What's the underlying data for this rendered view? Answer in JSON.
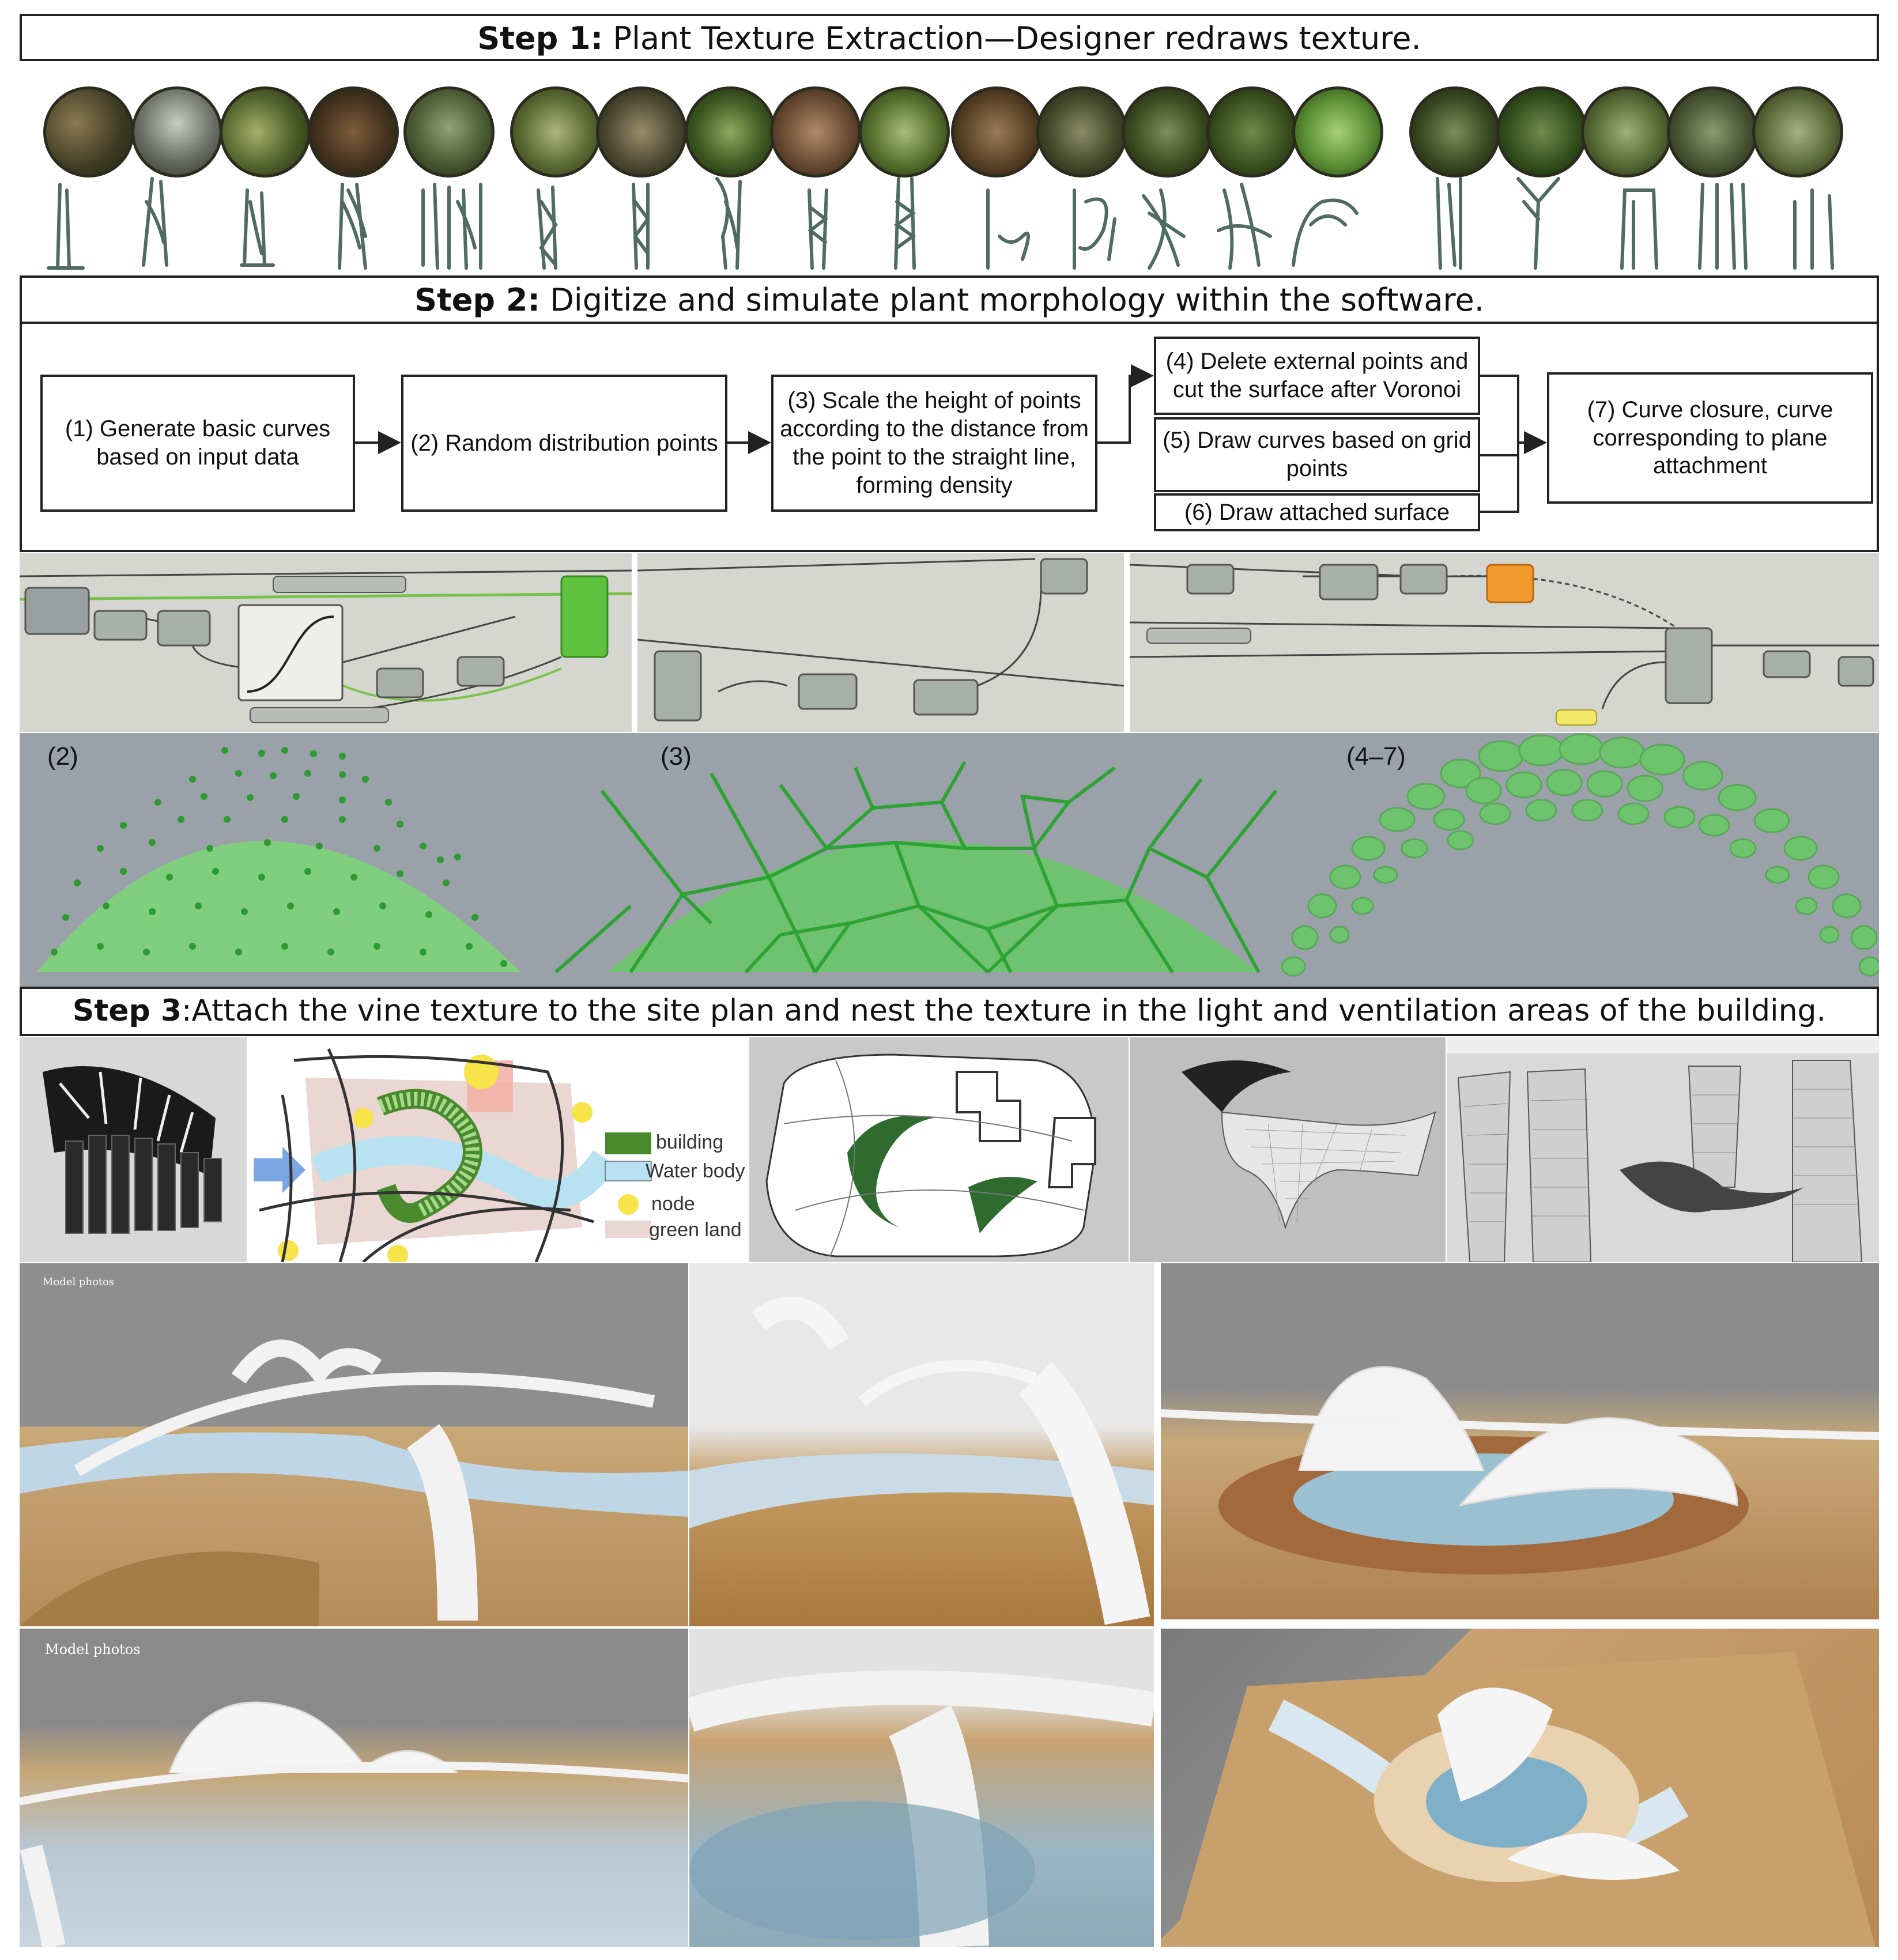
{
  "step1": {
    "bold": "Step 1:",
    "text": " Plant Texture Extraction—Designer redraws texture."
  },
  "step2": {
    "bold": "Step 2:",
    "text": " Digitize and simulate plant morphology within the software."
  },
  "step3": {
    "bold": "Step 3",
    "text": ":Attach the vine texture to the site plan and nest the texture in the light and ventilation areas of the building."
  },
  "flow": {
    "b1": "(1) Generate basic curves based on input data",
    "b2": "(2) Random distribution points",
    "b3": "(3) Scale the height of points according to the distance from the point to the straight line, forming density",
    "b4": "(4) Delete external points and cut the surface after Voronoi",
    "b5": "(5) Draw curves based on grid points",
    "b6": "(6) Draw attached surface",
    "b7": "(7) Curve closure, curve corresponding to plane attachment"
  },
  "sim_labels": {
    "a": "(2)",
    "b": "(3)",
    "c": "(4–7)"
  },
  "legend": {
    "building": "building",
    "water": "Water body",
    "node": "node",
    "green": "green land"
  },
  "watermarks": {
    "m1": "Model photos",
    "m2": "Model photos"
  },
  "colors": {
    "green": "#49b94c",
    "light_green": "#7dd27c",
    "panel_grey": "#9aa1a8",
    "curve": "#4f6b62"
  }
}
